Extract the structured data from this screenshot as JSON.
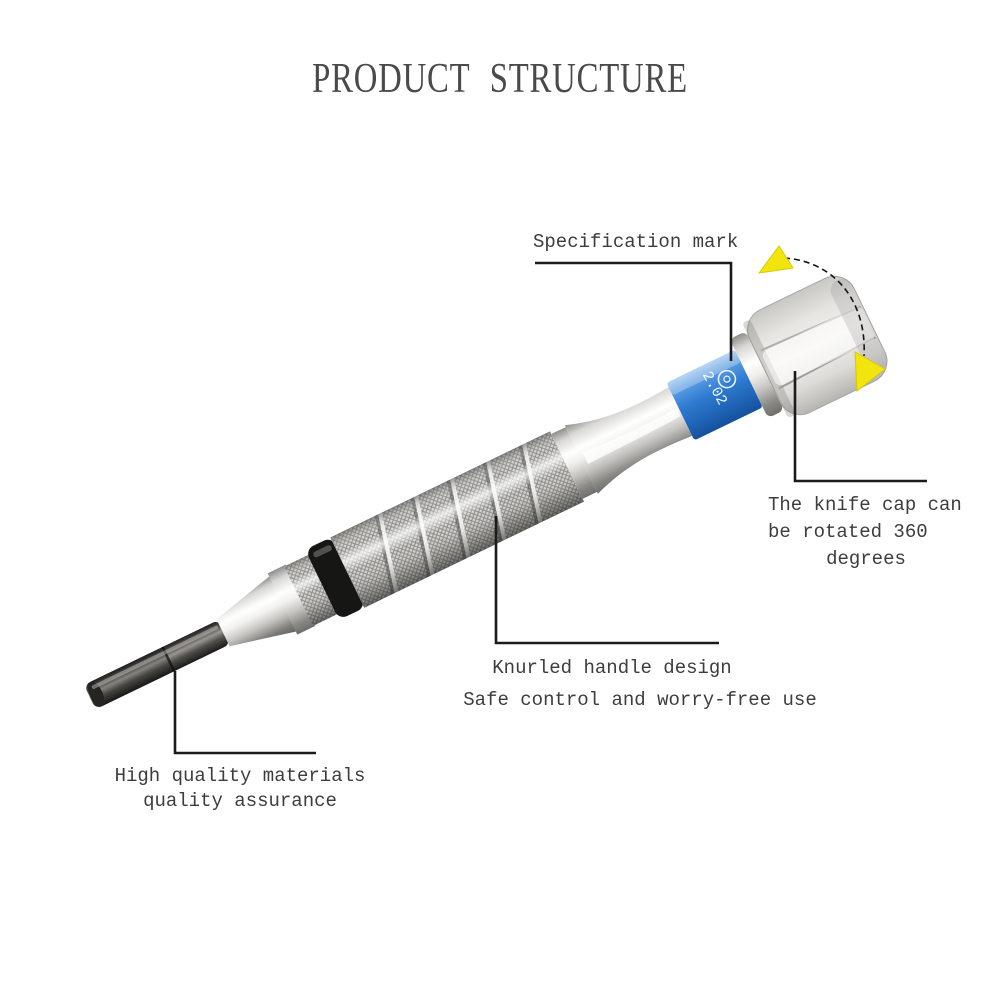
{
  "title": "PRODUCT STRUCTURE",
  "callouts": {
    "specification": {
      "label": "Specification mark"
    },
    "cap": {
      "line1": "The knife cap can",
      "line2": "be rotated 360",
      "line3": "degrees"
    },
    "handle": {
      "line1": "Knurled handle design",
      "line2": "Safe control and worry-free use"
    },
    "materials": {
      "line1": "High quality materials",
      "line2": "quality assurance"
    }
  },
  "product": {
    "band_marking": "2.02"
  },
  "colors": {
    "annotation_line": "#1b1b1b",
    "text": "#3d3d3d",
    "arrow_yellow": "#f2e50d",
    "band_blue": "#2f7cd2",
    "metal_silver": "#d4d3d0",
    "tip_dark": "#3a3834"
  }
}
